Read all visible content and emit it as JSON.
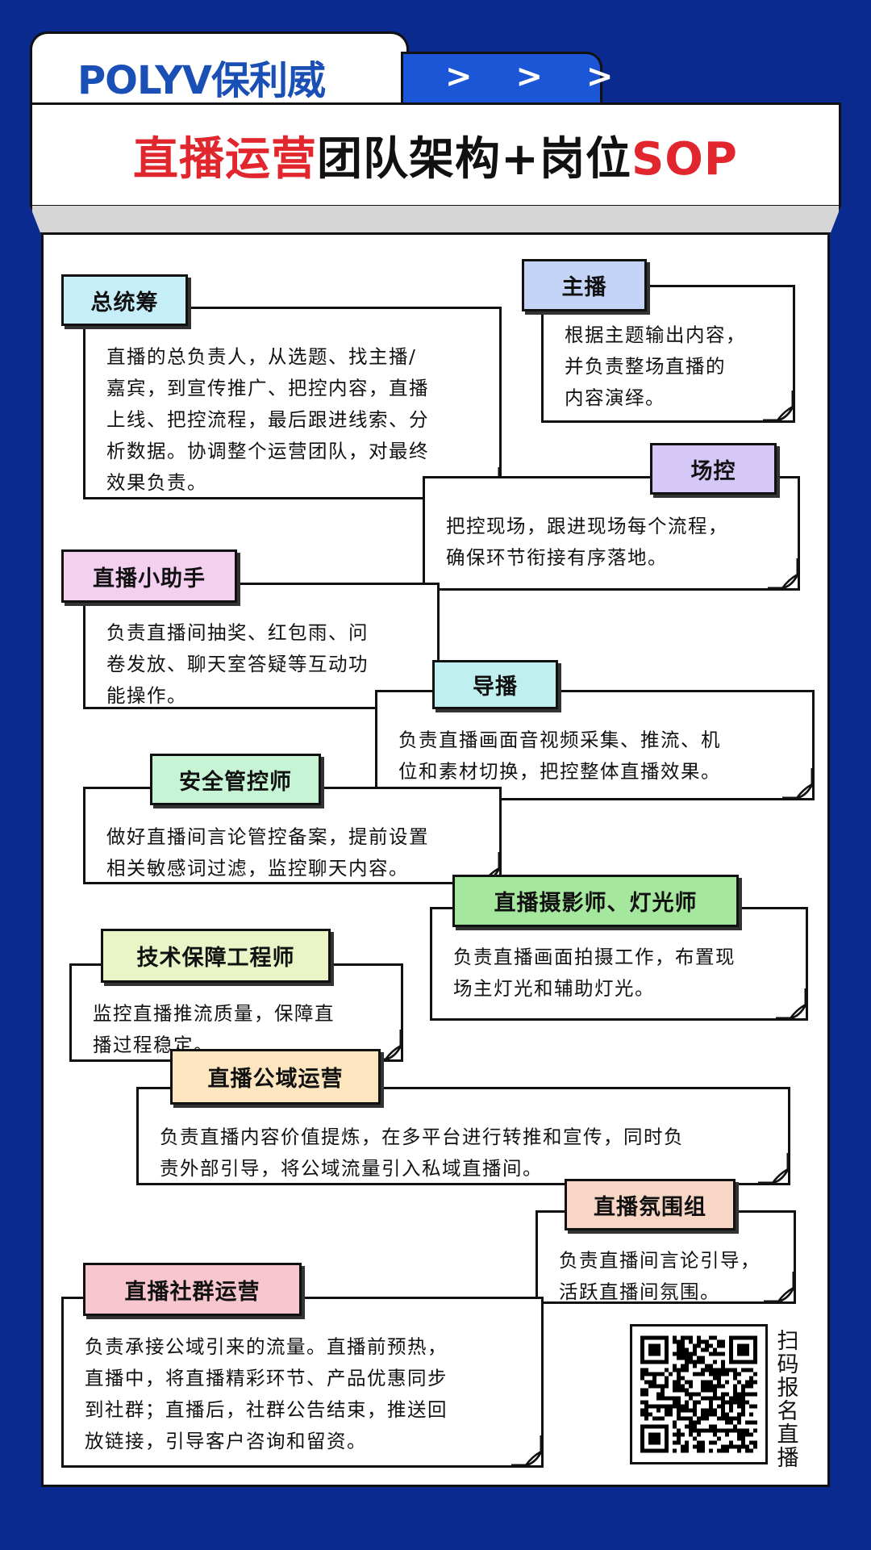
{
  "header": {
    "logo": "POLYV保利威",
    "chevrons": "> > >",
    "title_red_1": "直播运营",
    "title_black": "团队架构+岗位",
    "title_red_2": "SOP"
  },
  "cards": [
    {
      "label": "总统筹",
      "color": "#c6eef8",
      "lines": [
        "直播的总负责人，从选题、找主播/",
        "嘉宾，到宣传推广、把控内容，直播",
        "上线、把控流程，最后跟进线索、分",
        "析数据。协调整个运营团队，对最终",
        "效果负责。"
      ]
    },
    {
      "label": "主播",
      "color": "#c4d4f6",
      "lines": [
        "根据主题输出内容，",
        "并负责整场直播的",
        "内容演绎。"
      ]
    },
    {
      "label": "场控",
      "color": "#d6c8f6",
      "lines": [
        "把控现场，跟进现场每个流程，",
        "确保环节衔接有序落地。"
      ]
    },
    {
      "label": "直播小助手",
      "color": "#f3cff0",
      "lines": [
        "负责直播间抽奖、红包雨、问",
        "卷发放、聊天室答疑等互动功",
        "能操作。"
      ]
    },
    {
      "label": "导播",
      "color": "#c0eff0",
      "lines": [
        "负责直播画面音视频采集、推流、机",
        "位和素材切换，把控整体直播效果。"
      ]
    },
    {
      "label": "安全管控师",
      "color": "#c8f4d6",
      "lines": [
        "做好直播间言论管控备案，提前设置",
        "相关敏感词过滤，监控聊天内容。"
      ]
    },
    {
      "label": "直播摄影师、灯光师",
      "color": "#a6e79e",
      "lines": [
        "负责直播画面拍摄工作，布置现",
        "场主灯光和辅助灯光。"
      ]
    },
    {
      "label": "技术保障工程师",
      "color": "#e9f5c6",
      "lines": [
        "监控直播推流质量，保障直",
        "播过程稳定。"
      ]
    },
    {
      "label": "直播公域运营",
      "color": "#fde6bf",
      "lines": [
        "负责直播内容价值提炼，在多平台进行转推和宣传，同时负",
        "责外部引导，将公域流量引入私域直播间。"
      ]
    },
    {
      "label": "直播氛围组",
      "color": "#f7d6c6",
      "lines": [
        "负责直播间言论引导，",
        "活跃直播间氛围。"
      ]
    },
    {
      "label": "直播社群运营",
      "color": "#f7c6cf",
      "lines": [
        "负责承接公域引来的流量。直播前预热，",
        "直播中，将直播精彩环节、产品优惠同步",
        "到社群；直播后，社群公告结束，推送回",
        "放链接，引导客户咨询和留资。"
      ]
    }
  ],
  "qr": {
    "caption": "扫码报名直播"
  }
}
